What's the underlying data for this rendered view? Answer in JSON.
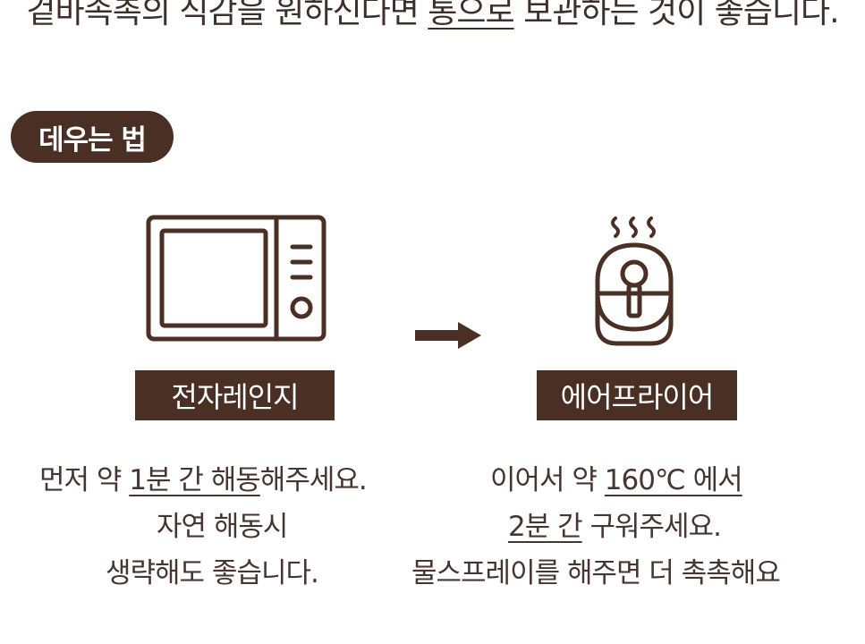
{
  "intro": {
    "before": "겉바속촉의 식감을 원하신다면 ",
    "underlined": "통으로",
    "after": " 보관하는 것이 좋습니다."
  },
  "section_badge": "데우는 법",
  "steps": [
    {
      "icon": "microwave-icon",
      "label": "전자레인지",
      "line1_before": "먼저 약 ",
      "line1_underlined": "1분 간 해동",
      "line1_after": "해주세요.",
      "line2": "자연 해동시",
      "line3": "생략해도 좋습니다."
    },
    {
      "icon": "air-fryer-icon",
      "label": "에어프라이어",
      "line1_before": "이어서 약 ",
      "line1_underlined": "160℃ 에서",
      "line2_underlined": "2분 간",
      "line2_after": " 구워주세요.",
      "line3": "물스프레이를 해주면 더 촉촉해요"
    }
  ],
  "arrow_icon": "arrow-right-icon",
  "colors": {
    "brand_brown": "#4a2f24",
    "text": "#453631",
    "background": "#ffffff"
  }
}
